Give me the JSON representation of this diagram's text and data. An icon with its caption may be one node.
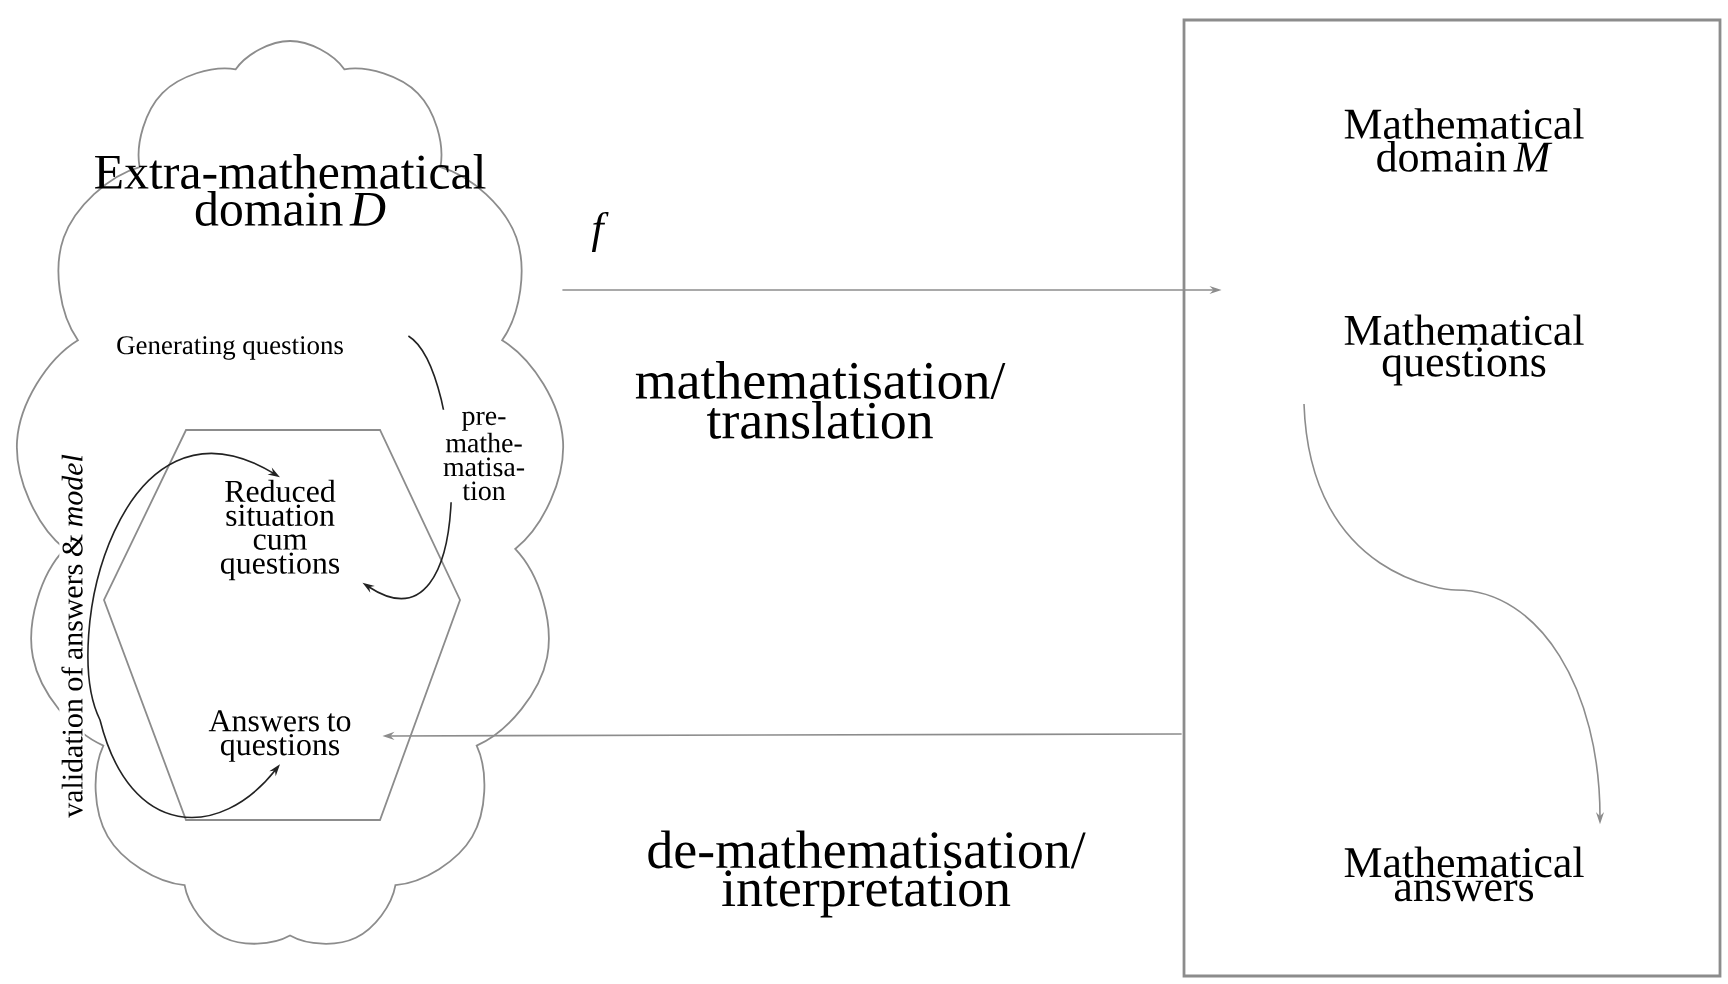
{
  "diagram": {
    "nodes": [
      {
        "text": [
          "Extra-mathematical domain *D*"
        ]
      },
      {
        "text": [
          "Generating questions"
        ],
        "in": 0
      },
      {
        "text": [],
        "shape": "hexagon",
        "in": 0
      },
      {
        "text": [
          "Reduced situation cum questions"
        ],
        "in": 2
      },
      {
        "text": [
          "Answers to questions"
        ],
        "in": 2
      },
      {
        "text": [
          "Mathematical domain *M*"
        ]
      },
      {
        "text": [
          "Mathematical questions"
        ],
        "in": 5
      },
      {
        "text": [
          "Mathematical answers"
        ],
        "in": 5
      }
    ],
    "edges": [
      {
        "from": 0,
        "to": 5,
        "arrow": "to",
        "label": "*f*"
      },
      {
        "from": 1,
        "to": 3,
        "arrow": "to",
        "label": "pre- mathe- matisa- tion",
        "color": "#222222"
      },
      {
        "from": 3,
        "to": 4,
        "arrow": "both",
        "label": "validation of answers & *model*",
        "color": "#222222"
      },
      {
        "from": 5,
        "to": 4,
        "arrow": "to"
      },
      {
        "from": 6,
        "to": 7,
        "arrow": "to"
      }
    ],
    "labels": [
      "mathematisation/ translation",
      "de-mathematisation/ interpretation"
    ]
  }
}
